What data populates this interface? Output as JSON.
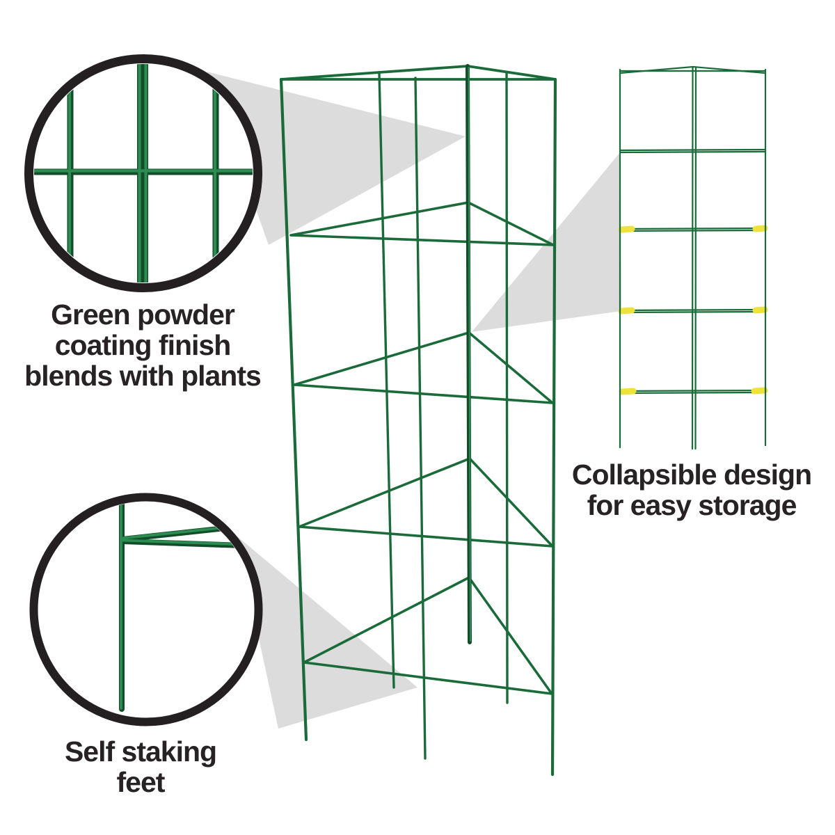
{
  "theme": {
    "page_bg": "#ffffff",
    "wire_green": "#1b6b3a",
    "wire_green_dark": "#124c29",
    "wire_green_light": "#2d8c52",
    "outline_black": "#242021",
    "callout_gray": "#dcdcdc",
    "tip_yellow": "#efe33b",
    "text_color": "#272324"
  },
  "callouts": [
    {
      "id": "coating",
      "lines": [
        "Green powder",
        "coating finish",
        "blends with plants"
      ]
    },
    {
      "id": "storage",
      "lines": [
        "Collapsible design",
        "for easy storage"
      ]
    },
    {
      "id": "feet",
      "lines": [
        "Self staking",
        "feet"
      ]
    }
  ],
  "figures": {
    "main": "tomato-cage-illustration",
    "collapsed": "collapsed-cage-illustration",
    "detail_top": "wire-grid-detail",
    "detail_bottom": "stake-foot-detail"
  }
}
